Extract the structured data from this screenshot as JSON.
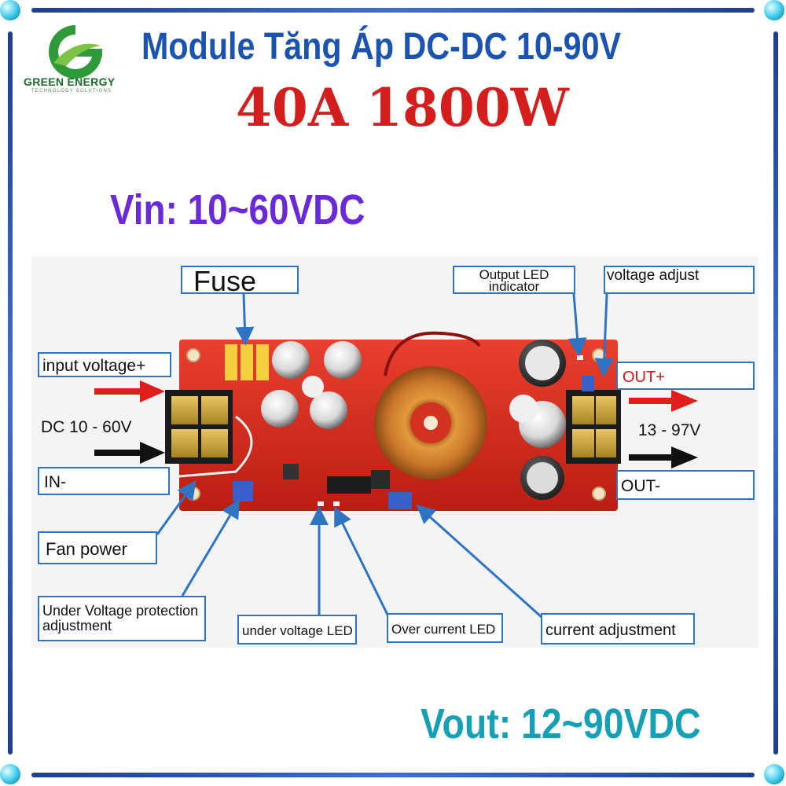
{
  "header": {
    "logo_name": "GREEN ENERGY",
    "logo_sub": "TECHNOLOGY SOLUTIONS",
    "title_line1": "Module Tăng Áp DC-DC 10-90V",
    "title_line2": "40A 1800W"
  },
  "specs": {
    "vin": "Vin: 10~60VDC",
    "vout": "Vout: 12~90VDC"
  },
  "labels": {
    "fuse": "Fuse",
    "input_voltage": "input voltage+",
    "dc_in_range": "DC 10 - 60V",
    "in_minus": "IN-",
    "fan_power": "Fan power",
    "uvp_adjustment": "Under Voltage protection adjustment",
    "under_voltage_led": "under voltage LED",
    "over_current_led": "Over current LED",
    "current_adjustment": "current adjustment",
    "output_led": "Output LED indicator",
    "voltage_adjust": "voltage adjust",
    "out_plus": "OUT+",
    "out_range": "13 - 97V",
    "out_minus": "OUT-"
  },
  "colors": {
    "title_blue": "#1a53b0",
    "title_red": "#d41d1d",
    "vin_purple": "#6a2ad8",
    "vout_teal": "#17a0b5",
    "callout_border": "#2e74c4",
    "pcb_red": "#cf2418",
    "arrow_in": "#e01e1e",
    "arrow_black": "#111111"
  }
}
